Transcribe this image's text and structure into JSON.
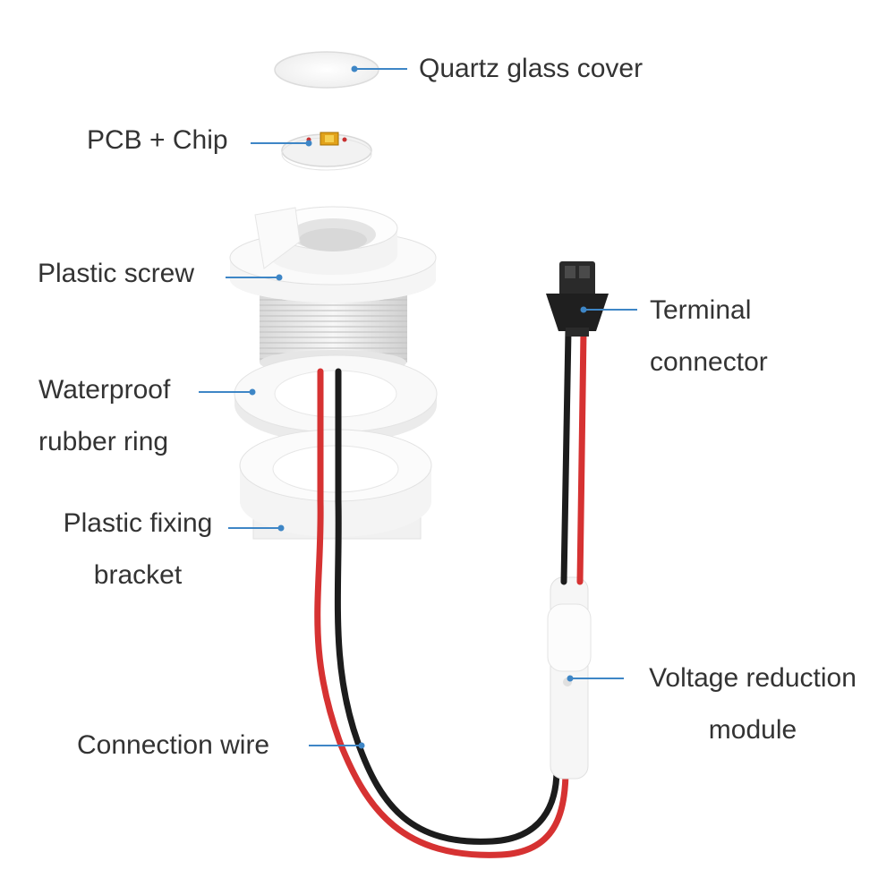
{
  "colors": {
    "leader": "#3e86c6",
    "text": "#333333",
    "wire_red": "#d63232",
    "wire_black": "#1c1c1c",
    "part_white": "#f4f4f4"
  },
  "labels": {
    "quartz": "Quartz glass cover",
    "pcb": "PCB + Chip",
    "screw": "Plastic screw",
    "ring_1": "Waterproof",
    "ring_2": "rubber ring",
    "bracket_1": "Plastic fixing",
    "bracket_2": "bracket",
    "wire": "Connection wire",
    "terminal_1": "Terminal",
    "terminal_2": "connector",
    "module_1": "Voltage reduction",
    "module_2": "module"
  }
}
